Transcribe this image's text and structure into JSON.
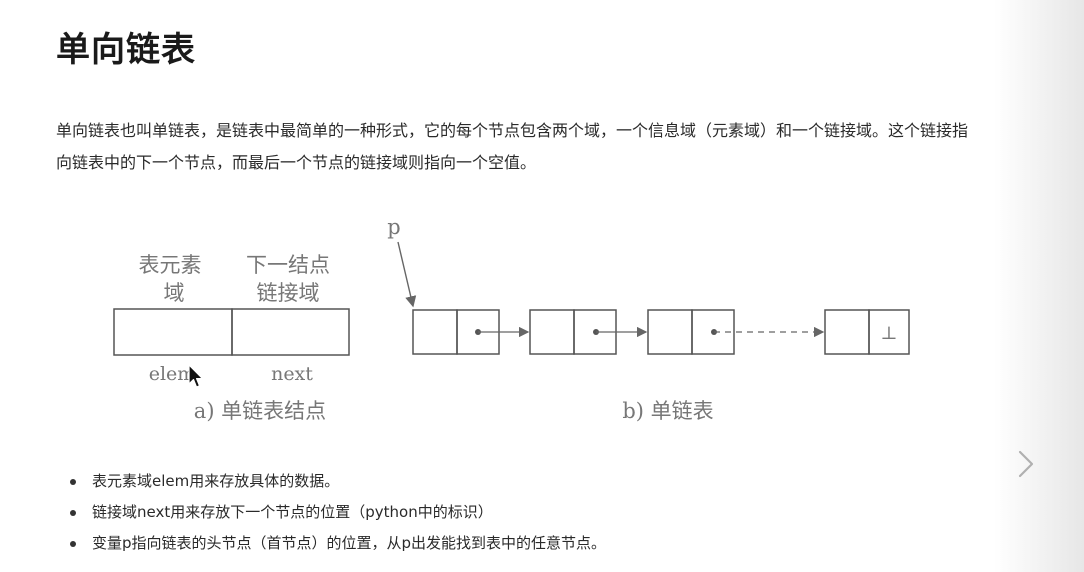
{
  "page": {
    "title": "单向链表",
    "paragraph": "单向链表也叫单链表，是链表中最简单的一种形式，它的每个节点包含两个域，一个信息域（元素域）和一个链接域。这个链接指向链表中的下一个节点，而最后一个节点的链接域则指向一个空值。"
  },
  "figure": {
    "node_diagram": {
      "field1_label_line1": "表元素",
      "field1_label_line2": "域",
      "field2_label_line1": "下一结点",
      "field2_label_line2": "链接域",
      "field1_name": "elem",
      "field2_name": "next",
      "caption": "a) 单链表结点"
    },
    "list_diagram": {
      "pointer_label": "p",
      "null_symbol": "⊥",
      "caption": "b) 单链表"
    }
  },
  "bullets": [
    "表元素域elem用来存放具体的数据。",
    "链接域next用来存放下一个节点的位置（python中的标识）",
    "变量p指向链表的头节点（首节点）的位置，从p出发能找到表中的任意节点。"
  ],
  "nav": {
    "next_icon": "chevron-right-icon"
  },
  "cursor": {
    "icon": "mouse-pointer-icon"
  }
}
